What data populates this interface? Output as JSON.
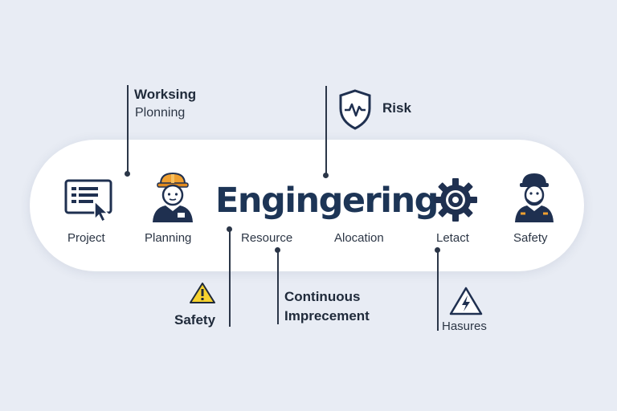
{
  "title": "Engingering",
  "band_labels": {
    "project": "Project",
    "planning": "Planning",
    "resource": "Resource",
    "allocation": "Alocation",
    "letact": "Letact",
    "safety": "Safety"
  },
  "callouts": {
    "worksing": {
      "title": "Worksing",
      "subtitle": "Plonning"
    },
    "risk": {
      "title": "Risk"
    },
    "safety": {
      "title": "Safety"
    },
    "continuous": {
      "line1": "Continuous",
      "line2": "Imprecement"
    },
    "hasures": {
      "title": "Hasures"
    }
  },
  "icons": [
    "project-screen-cursor-icon",
    "worker-hardhat-icon",
    "gear-icon",
    "worker-helmet-icon",
    "shield-pulse-icon",
    "warning-triangle-icon",
    "high-voltage-triangle-icon"
  ],
  "colors": {
    "background": "#e8ecf4",
    "band": "#ffffff",
    "title": "#1d3556",
    "accent_orange": "#f0a030",
    "warning_yellow": "#f6d22e",
    "ink": "#1e2b3f"
  }
}
